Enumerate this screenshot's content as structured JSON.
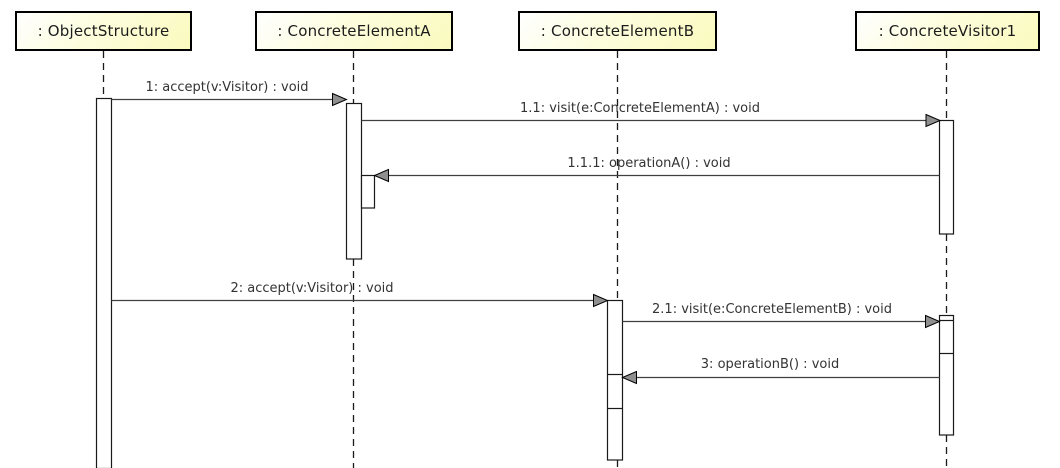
{
  "diagram": {
    "kind": "uml-sequence-diagram",
    "colors": {
      "background": "#ffffff",
      "lifeline_head_fill_start": "#ffffff",
      "lifeline_head_fill_end": "#fafabe",
      "lifeline_head_border": "#000000",
      "lifeline_stroke": "#1a1a1a",
      "activation_fill": "#ffffff",
      "message_line": "#404040",
      "arrowhead_fill": "#8f8f8f",
      "label_text": "#333333"
    },
    "lifelines": [
      {
        "id": "objectstructure",
        "label": ": ObjectStructure"
      },
      {
        "id": "concreteelementa",
        "label": ": ConcreteElementA"
      },
      {
        "id": "concreteelementb",
        "label": ": ConcreteElementB"
      },
      {
        "id": "concretevisitor1",
        "label": ": ConcreteVisitor1"
      }
    ],
    "messages": [
      {
        "seq": "1",
        "label": "1: accept(v:Visitor) : void",
        "from": "objectstructure",
        "to": "concreteelementa",
        "direction": "right"
      },
      {
        "seq": "1.1",
        "label": "1.1: visit(e:ConcreteElementA) : void",
        "from": "concreteelementa",
        "to": "concretevisitor1",
        "direction": "right"
      },
      {
        "seq": "1.1.1",
        "label": "1.1.1: operationA() : void",
        "from": "concretevisitor1",
        "to": "concreteelementa",
        "direction": "left"
      },
      {
        "seq": "2",
        "label": "2: accept(v:Visitor) : void",
        "from": "objectstructure",
        "to": "concreteelementb",
        "direction": "right"
      },
      {
        "seq": "2.1",
        "label": "2.1: visit(e:ConcreteElementB) : void",
        "from": "concreteelementb",
        "to": "concretevisitor1",
        "direction": "right"
      },
      {
        "seq": "3",
        "label": "3: operationB() : void",
        "from": "concretevisitor1",
        "to": "concreteelementb",
        "direction": "left"
      }
    ]
  }
}
